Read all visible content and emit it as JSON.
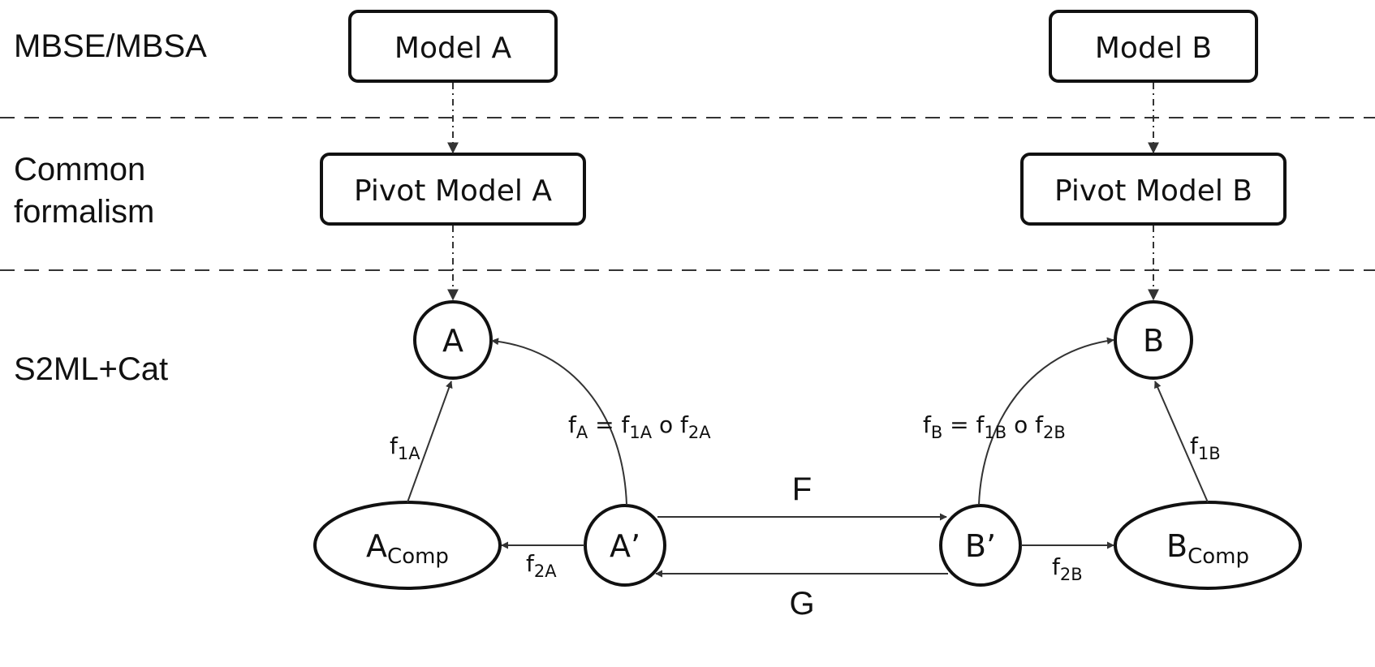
{
  "lanes": {
    "mbse": "MBSE/MBSA",
    "common_line1": "Common",
    "common_line2": "formalism",
    "s2ml": "S2ML+Cat"
  },
  "boxes": {
    "model_a": "Model A",
    "model_b": "Model B",
    "pivot_a": "Pivot Model A",
    "pivot_b": "Pivot Model B"
  },
  "nodes": {
    "a": "A",
    "b": "B",
    "a_prime": "A’",
    "b_prime": "B’",
    "a_comp_base": "A",
    "a_comp_sub": "Comp",
    "b_comp_base": "B",
    "b_comp_sub": "Comp"
  },
  "edges": {
    "f1a": {
      "base": "f",
      "sub": "1A"
    },
    "f2a": {
      "base": "f",
      "sub": "2A"
    },
    "f1b": {
      "base": "f",
      "sub": "1B"
    },
    "f2b": {
      "base": "f",
      "sub": "2B"
    },
    "fa_composite": {
      "l_base": "f",
      "l_sub": "A",
      "eq": " = ",
      "r1_base": "f",
      "r1_sub": "1A",
      "op": " o ",
      "r2_base": "f",
      "r2_sub": "2A"
    },
    "fb_composite": {
      "l_base": "f",
      "l_sub": "B",
      "eq": " = ",
      "r1_base": "f",
      "r1_sub": "1B",
      "op": " o ",
      "r2_base": "f",
      "r2_sub": "2B"
    },
    "functor_f": "F",
    "functor_g": "G"
  },
  "colors": {
    "ink": "#111111",
    "separator": "#333333",
    "background": "#ffffff"
  }
}
